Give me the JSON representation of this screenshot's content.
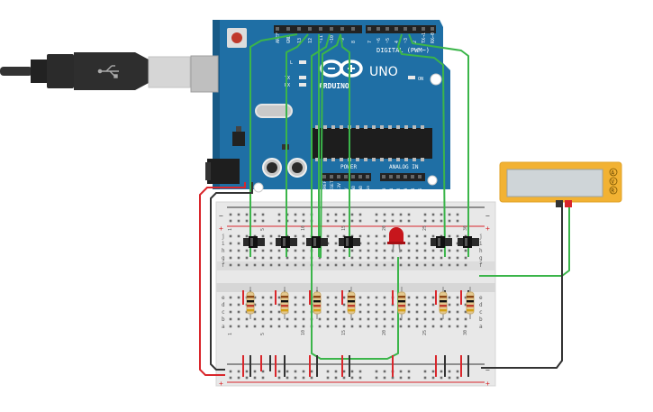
{
  "arduino": {
    "brand": "ARDUINO",
    "model": "UNO",
    "digital_label": "DIGITAL (PWM~)",
    "top_pins": [
      "AREF",
      "GND",
      "13",
      "12",
      "~11",
      "~10",
      "~9",
      "8",
      "7",
      "~6",
      "~5",
      "4",
      "~3",
      "2",
      "TX→1",
      "RX←0"
    ],
    "led_l": "L",
    "led_tx": "TX",
    "led_rx": "RX",
    "on_label": "ON",
    "power_label": "POWER",
    "analog_label": "ANALOG IN",
    "power_pins": [
      "IOREF",
      "RESET",
      "3.3V",
      "5V",
      "GND",
      "GND",
      "Vin"
    ],
    "analog_pins": [
      "A0",
      "A1",
      "A2",
      "A3",
      "A4",
      "A5"
    ]
  },
  "breadboard": {
    "row_letters_top": [
      "j",
      "i",
      "h",
      "g",
      "f"
    ],
    "row_letters_bottom": [
      "e",
      "d",
      "c",
      "b",
      "a"
    ],
    "column_numbers": [
      "1",
      "5",
      "10",
      "15",
      "20",
      "25",
      "30"
    ],
    "rail_minus": "−",
    "rail_plus": "+"
  },
  "multimeter": {
    "mode_buttons": [
      "A",
      "V",
      "R"
    ]
  },
  "colors": {
    "board": "#1f6fa5",
    "board_dark": "#175a87",
    "wire_green": "#3bb54a",
    "wire_red": "#d9262b",
    "wire_black": "#333333",
    "led_red": "#c7161c",
    "multimeter_body": "#f2b233",
    "breadboard": "#e8e8e8"
  },
  "icons": [
    "usb-plug-icon",
    "dc-jack-icon",
    "reset-button-icon",
    "led-icon",
    "resistor-icon",
    "switch-icon",
    "multimeter-icon"
  ]
}
